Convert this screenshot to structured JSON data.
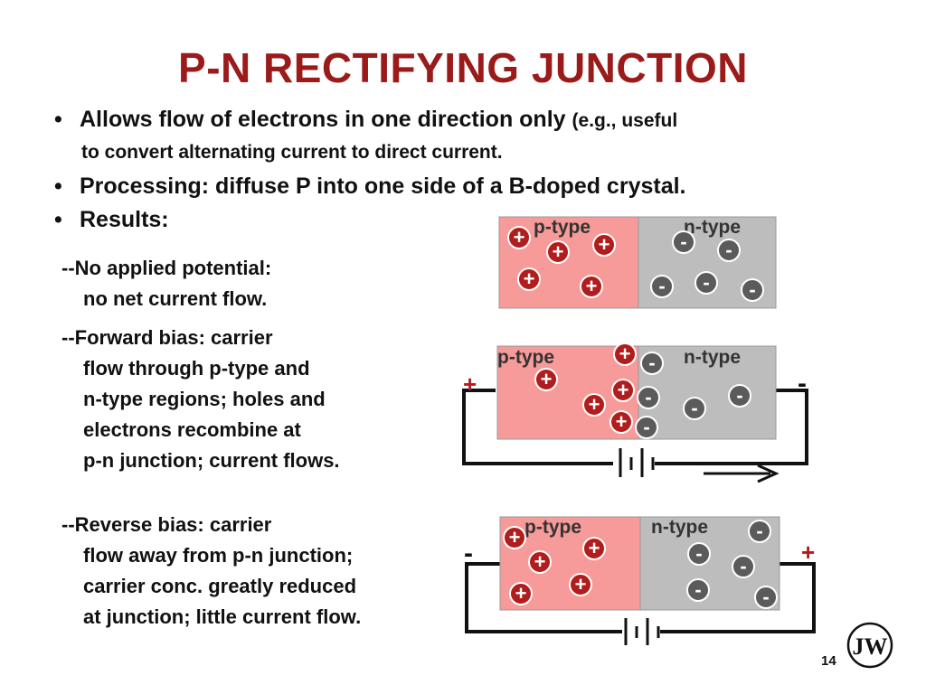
{
  "title": "P-N RECTIFYING JUNCTION",
  "bullets": [
    {
      "text": "Allows flow of electrons in one direction only",
      "aside": "(e.g., useful",
      "continuation": "to convert alternating current to direct current."
    },
    {
      "text": "Processing:  diffuse P into one side of a B-doped crystal."
    },
    {
      "text": "Results:"
    }
  ],
  "results": {
    "no_potential": [
      "--No applied potential:",
      "no net current flow."
    ],
    "forward": [
      "--Forward bias:  carrier",
      "flow through p-type and",
      "n-type regions; holes and",
      "electrons recombine at",
      "p-n junction; current flows."
    ],
    "reverse": [
      "--Reverse bias:  carrier",
      "flow away from p-n junction;",
      "carrier conc. greatly reduced",
      "at junction; little current flow."
    ]
  },
  "diagrams": {
    "p_label": "p-type",
    "n_label": "n-type",
    "hole_symbol": "+",
    "electron_symbol": "-",
    "forward_left_terminal": "+",
    "forward_right_terminal": "-",
    "reverse_left_terminal": "-",
    "reverse_right_terminal": "+"
  },
  "colors": {
    "title": "#9b1b1b",
    "p_region": "#f79a9a",
    "n_region": "#bdbdbd",
    "hole": "#b11d1d",
    "electron": "#5b5b5b"
  },
  "page_number": "14",
  "logo_text": "JW"
}
